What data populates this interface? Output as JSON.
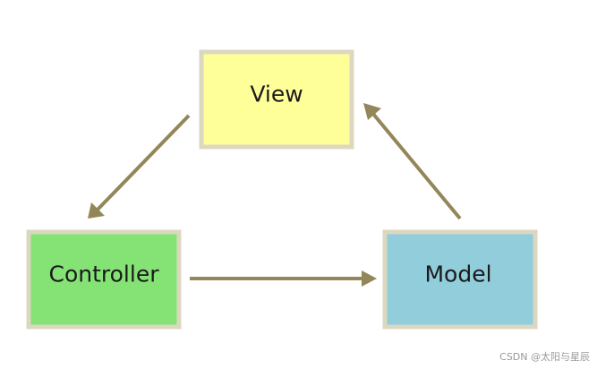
{
  "diagram": {
    "nodes": {
      "view": {
        "label": "View",
        "fill": "#ffff99"
      },
      "controller": {
        "label": "Controller",
        "fill": "#85e375"
      },
      "model": {
        "label": "Model",
        "fill": "#92cddc"
      }
    },
    "edges": [
      {
        "from": "view",
        "to": "controller"
      },
      {
        "from": "controller",
        "to": "model"
      },
      {
        "from": "model",
        "to": "view"
      }
    ],
    "colors": {
      "border": "#dcd8c0",
      "arrow": "#938659"
    }
  },
  "watermark": "CSDN @太阳与星辰"
}
